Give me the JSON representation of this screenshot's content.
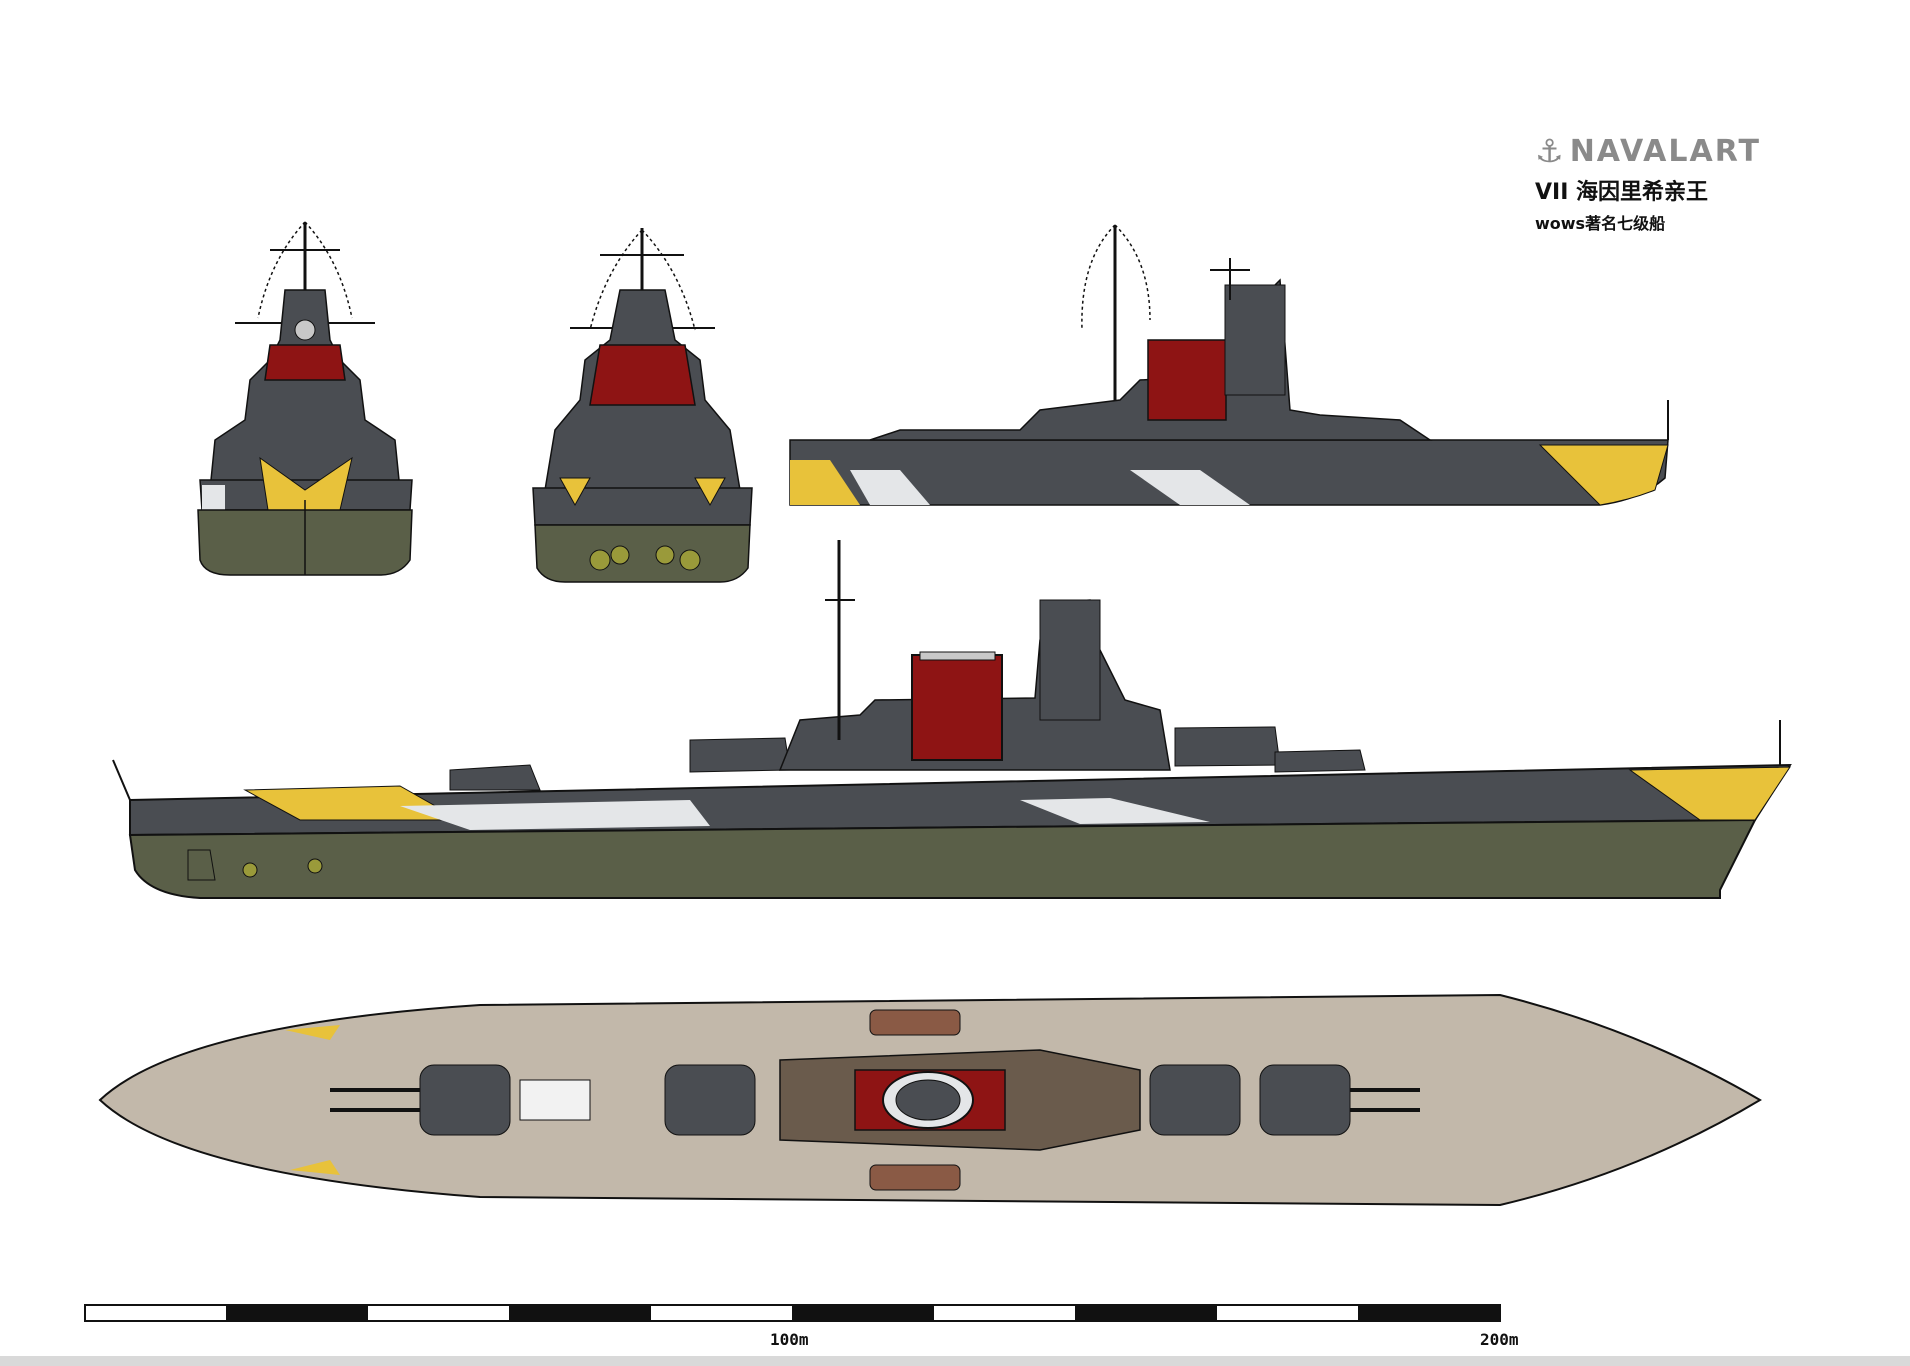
{
  "branding": {
    "logo_text": "NAVALART",
    "anchor_icon": "anchor-icon"
  },
  "ship": {
    "title": "VII 海因里希亲王",
    "subtitle": "wows著名七级船"
  },
  "scale_bar": {
    "labels": [
      "100m",
      "200m"
    ]
  },
  "colors": {
    "hull_grey": "#4a4d52",
    "lower_hull": "#5a5f48",
    "deck": "#c2b8aa",
    "camo_yellow": "#e8c23a",
    "camo_white": "#e4e6e8",
    "funnel_red": "#8e1414",
    "outline": "#111111"
  }
}
